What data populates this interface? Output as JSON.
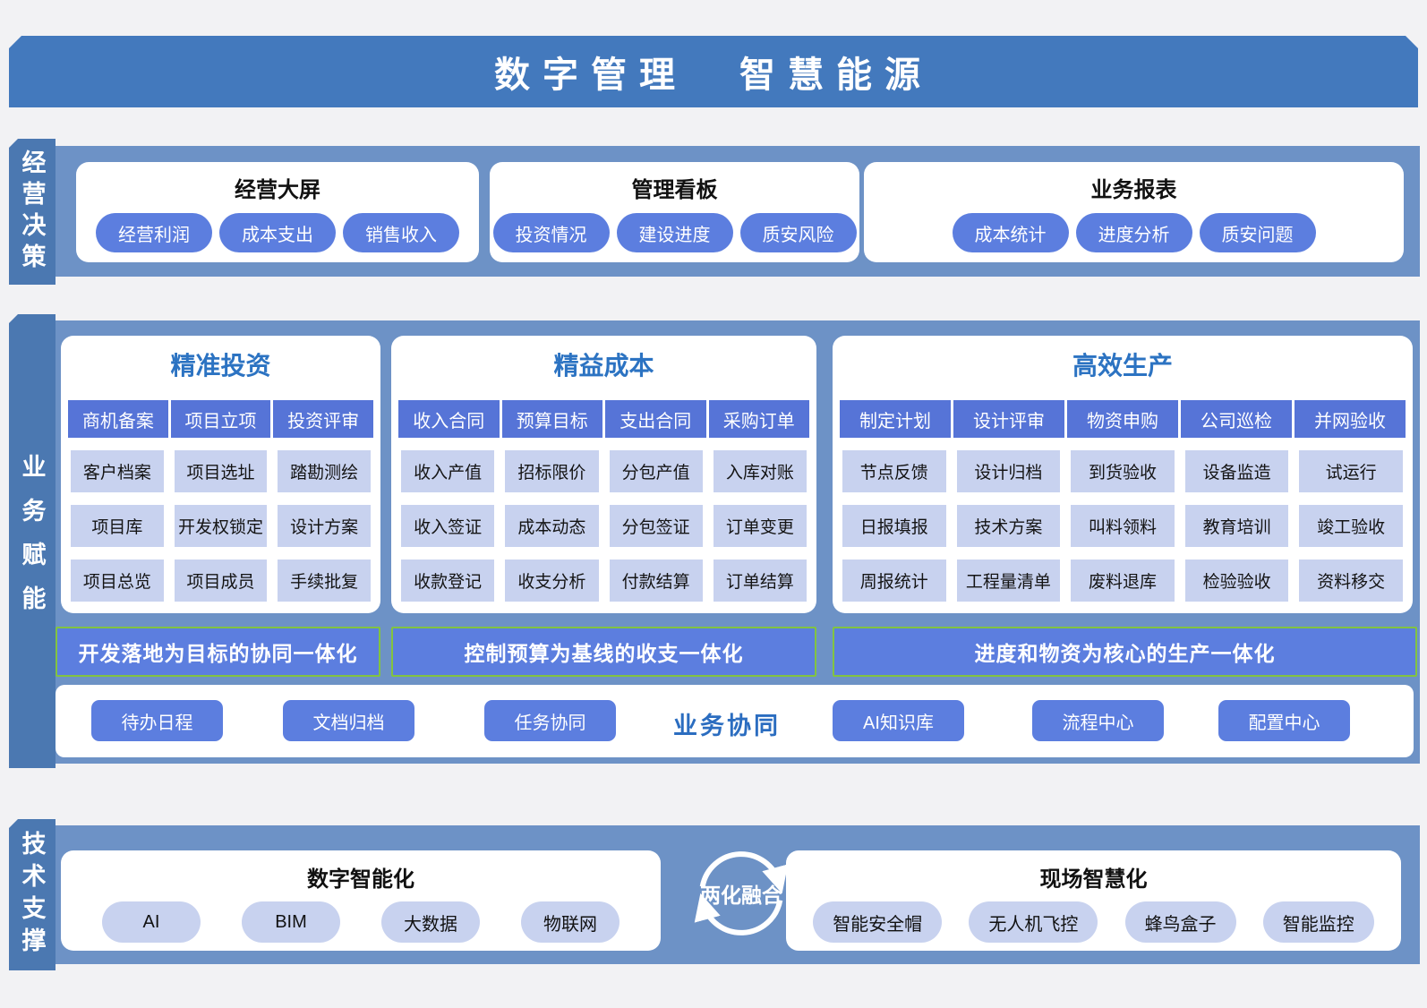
{
  "title": {
    "left": "数字管理",
    "right": "智慧能源"
  },
  "colors": {
    "background": "#f2f2f4",
    "title_bar": "#4379bd",
    "band": "#6d92c6",
    "section_strip": "#4b78b1",
    "dark_pill": "#5c7edf",
    "header_cell": "#5674d7",
    "light_cell": "#c8d2ef",
    "banner_border": "#82c341",
    "blue_title_text": "#2c73c2"
  },
  "sections": {
    "decision": {
      "label": "经营决策",
      "cards": [
        {
          "title": "经营大屏",
          "pills": [
            "经营利润",
            "成本支出",
            "销售收入"
          ]
        },
        {
          "title": "管理看板",
          "pills": [
            "投资情况",
            "建设进度",
            "质安风险"
          ]
        },
        {
          "title": "业务报表",
          "pills": [
            "成本统计",
            "进度分析",
            "质安问题"
          ]
        }
      ]
    },
    "enable": {
      "label": "业务赋能",
      "cards": [
        {
          "title": "精准投资",
          "headers": [
            "商机备案",
            "项目立项",
            "投资评审"
          ],
          "rows": [
            [
              "客户档案",
              "项目选址",
              "踏勘测绘"
            ],
            [
              "项目库",
              "开发权锁定",
              "设计方案"
            ],
            [
              "项目总览",
              "项目成员",
              "手续批复"
            ]
          ],
          "banner": "开发落地为目标的协同一体化"
        },
        {
          "title": "精益成本",
          "headers": [
            "收入合同",
            "预算目标",
            "支出合同",
            "采购订单"
          ],
          "rows": [
            [
              "收入产值",
              "招标限价",
              "分包产值",
              "入库对账"
            ],
            [
              "收入签证",
              "成本动态",
              "分包签证",
              "订单变更"
            ],
            [
              "收款登记",
              "收支分析",
              "付款结算",
              "订单结算"
            ]
          ],
          "banner": "控制预算为基线的收支一体化"
        },
        {
          "title": "高效生产",
          "headers": [
            "制定计划",
            "设计评审",
            "物资申购",
            "公司巡检",
            "并网验收"
          ],
          "rows": [
            [
              "节点反馈",
              "设计归档",
              "到货验收",
              "设备监造",
              "试运行"
            ],
            [
              "日报填报",
              "技术方案",
              "叫料领料",
              "教育培训",
              "竣工验收"
            ],
            [
              "周报统计",
              "工程量清单",
              "废料退库",
              "检验验收",
              "资料移交"
            ]
          ],
          "banner": "进度和物资为核心的生产一体化"
        }
      ],
      "collab": {
        "label": "业务协同",
        "buttons_left": [
          "待办日程",
          "文档归档",
          "任务协同"
        ],
        "buttons_right": [
          "AI知识库",
          "流程中心",
          "配置中心"
        ]
      }
    },
    "tech": {
      "label": "技术支撑",
      "fusion": "两化融合",
      "cards": [
        {
          "title": "数字智能化",
          "pills": [
            "AI",
            "BIM",
            "大数据",
            "物联网"
          ]
        },
        {
          "title": "现场智慧化",
          "pills": [
            "智能安全帽",
            "无人机飞控",
            "蜂鸟盒子",
            "智能监控"
          ]
        }
      ]
    }
  }
}
